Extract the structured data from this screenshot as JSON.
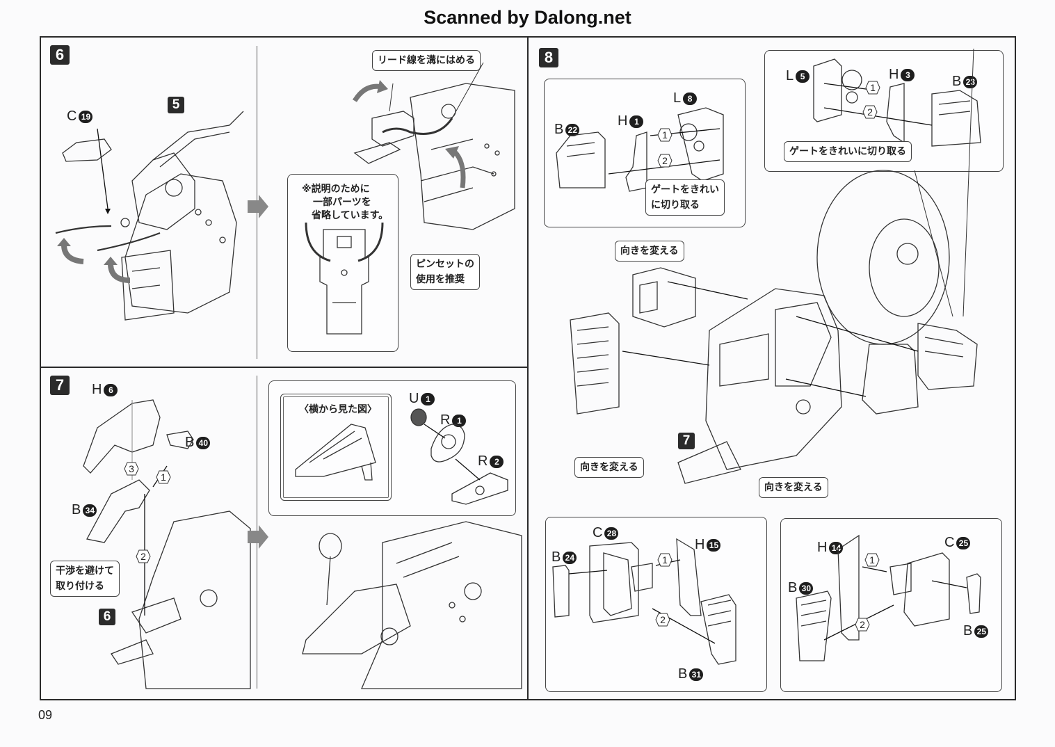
{
  "header": {
    "watermark": "Scanned by Dalong.net"
  },
  "page": {
    "number": "09"
  },
  "steps": {
    "step6": {
      "number": "6",
      "sub_assembly_ref": "5",
      "parts": [
        {
          "letter": "C",
          "num": "19"
        }
      ],
      "callouts": {
        "lead_wire": "リード線を溝にはめる",
        "note_line1": "※説明のために",
        "note_line2": "一部パーツを",
        "note_line3": "省略しています。",
        "tweezers_line1": "ピンセットの",
        "tweezers_line2": "使用を推奨"
      }
    },
    "step7": {
      "number": "7",
      "sub_assembly_ref": "6",
      "parts": [
        {
          "letter": "H",
          "num": "6"
        },
        {
          "letter": "B",
          "num": "40"
        },
        {
          "letter": "B",
          "num": "34"
        },
        {
          "letter": "U",
          "num": "1"
        },
        {
          "letter": "R",
          "num": "1"
        },
        {
          "letter": "R",
          "num": "2"
        }
      ],
      "order_marks": [
        "1",
        "2",
        "3"
      ],
      "callouts": {
        "avoid_line1": "干渉を避けて",
        "avoid_line2": "取り付ける",
        "side_view": "〈横から見た図〉"
      }
    },
    "step8": {
      "number": "8",
      "sub_assembly_ref": "7",
      "left_detail": {
        "parts": [
          {
            "letter": "B",
            "num": "22"
          },
          {
            "letter": "H",
            "num": "1"
          },
          {
            "letter": "L",
            "num": "8"
          }
        ],
        "gate_line1": "ゲートをきれい",
        "gate_line2": "に切り取る"
      },
      "right_detail": {
        "parts": [
          {
            "letter": "L",
            "num": "5"
          },
          {
            "letter": "H",
            "num": "3"
          },
          {
            "letter": "B",
            "num": "23"
          }
        ],
        "gate": "ゲートをきれいに切り取る"
      },
      "bottom_left_detail": {
        "parts": [
          {
            "letter": "C",
            "num": "28"
          },
          {
            "letter": "B",
            "num": "24"
          },
          {
            "letter": "H",
            "num": "15"
          },
          {
            "letter": "B",
            "num": "31"
          }
        ]
      },
      "bottom_right_detail": {
        "parts": [
          {
            "letter": "H",
            "num": "14"
          },
          {
            "letter": "C",
            "num": "25"
          },
          {
            "letter": "B",
            "num": "30"
          },
          {
            "letter": "B",
            "num": "25"
          }
        ]
      },
      "turn_label": "向きを変える"
    }
  }
}
